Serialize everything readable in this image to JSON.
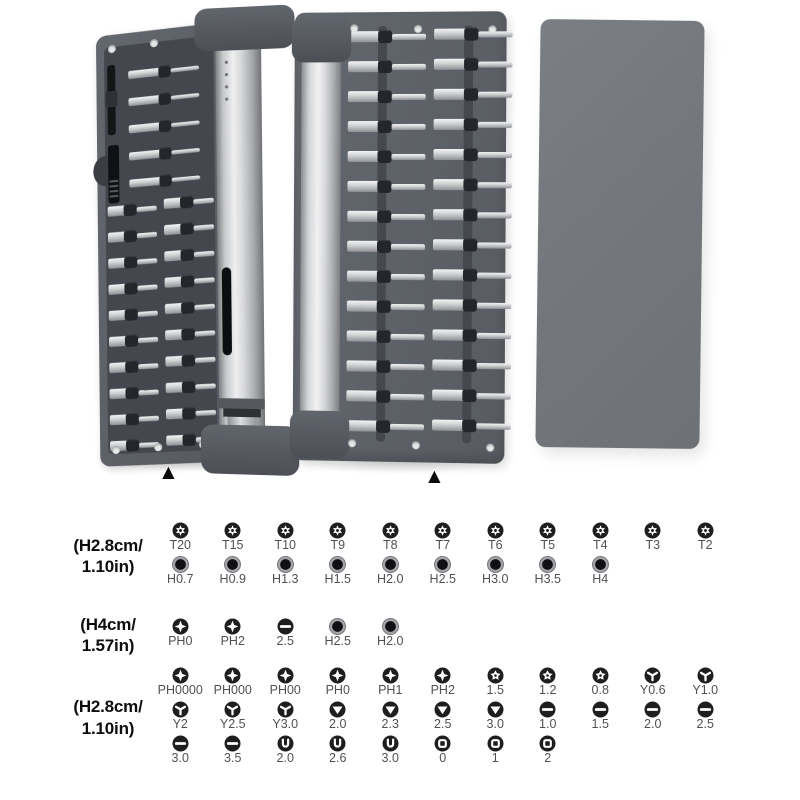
{
  "colors": {
    "case_gray": "#5d6167",
    "tray_gray": "#45484e",
    "lid_gray": "#74787d",
    "metal_light": "#efeff0",
    "icon_circle": "#1e1e21",
    "label_text": "#4f5153",
    "dimension_text": "#0d0d0e",
    "background": "#ffffff"
  },
  "product": {
    "left_case": {
      "long_bits": 5,
      "short_bit_rows": 10,
      "short_bit_columns": 2
    },
    "middle_case": {
      "bit_rows": 14,
      "bit_columns": 2
    },
    "lid_present": true,
    "marker_symbol": "▲"
  },
  "bit_chart": {
    "groups": [
      {
        "dimension": [
          "(H2.8cm/",
          "1.10in)"
        ],
        "rows": [
          {
            "items": [
              {
                "type": "torx",
                "label": "T20"
              },
              {
                "type": "torx",
                "label": "T15"
              },
              {
                "type": "torx",
                "label": "T10"
              },
              {
                "type": "torx",
                "label": "T9"
              },
              {
                "type": "torx",
                "label": "T8"
              },
              {
                "type": "torx",
                "label": "T7"
              },
              {
                "type": "torx",
                "label": "T6"
              },
              {
                "type": "torx",
                "label": "T5"
              },
              {
                "type": "torx",
                "label": "T4"
              },
              {
                "type": "torx",
                "label": "T3"
              },
              {
                "type": "torx",
                "label": "T2"
              }
            ]
          },
          {
            "items": [
              {
                "type": "hex",
                "label": "H0.7"
              },
              {
                "type": "hex",
                "label": "H0.9"
              },
              {
                "type": "hex",
                "label": "H1.3"
              },
              {
                "type": "hex",
                "label": "H1.5"
              },
              {
                "type": "hex",
                "label": "H2.0"
              },
              {
                "type": "hex",
                "label": "H2.5"
              },
              {
                "type": "hex",
                "label": "H3.0"
              },
              {
                "type": "hex",
                "label": "H3.5"
              },
              {
                "type": "hex",
                "label": "H4"
              }
            ]
          }
        ]
      },
      {
        "dimension": [
          "(H4cm/",
          "1.57in)"
        ],
        "rows": [
          {
            "items": [
              {
                "type": "phillips",
                "label": "PH0"
              },
              {
                "type": "phillips",
                "label": "PH2"
              },
              {
                "type": "slotted",
                "label": "2.5"
              },
              {
                "type": "hex",
                "label": "H2.5"
              },
              {
                "type": "hex",
                "label": "H2.0"
              }
            ]
          }
        ]
      },
      {
        "dimension": [
          "(H2.8cm/",
          "1.10in)"
        ],
        "rows": [
          {
            "items": [
              {
                "type": "phillips",
                "label": "PH0000"
              },
              {
                "type": "phillips",
                "label": "PH000"
              },
              {
                "type": "phillips",
                "label": "PH00"
              },
              {
                "type": "phillips",
                "label": "PH0"
              },
              {
                "type": "phillips",
                "label": "PH1"
              },
              {
                "type": "phillips",
                "label": "PH2"
              },
              {
                "type": "pentalobe",
                "label": "1.5"
              },
              {
                "type": "pentalobe",
                "label": "1.2"
              },
              {
                "type": "pentalobe",
                "label": "0.8"
              },
              {
                "type": "triY",
                "label": "Y0.6"
              },
              {
                "type": "triY",
                "label": "Y1.0"
              }
            ]
          },
          {
            "items": [
              {
                "type": "triY",
                "label": "Y2"
              },
              {
                "type": "triY",
                "label": "Y2.5"
              },
              {
                "type": "triY",
                "label": "Y3.0"
              },
              {
                "type": "triangle",
                "label": "2.0"
              },
              {
                "type": "triangle",
                "label": "2.3"
              },
              {
                "type": "triangle",
                "label": "2.5"
              },
              {
                "type": "triangle",
                "label": "3.0"
              },
              {
                "type": "slotted",
                "label": "1.0"
              },
              {
                "type": "slotted",
                "label": "1.5"
              },
              {
                "type": "slotted",
                "label": "2.0"
              },
              {
                "type": "slotted",
                "label": "2.5"
              }
            ]
          },
          {
            "items": [
              {
                "type": "slotted",
                "label": "3.0"
              },
              {
                "type": "slotted",
                "label": "3.5"
              },
              {
                "type": "u",
                "label": "2.0"
              },
              {
                "type": "u",
                "label": "2.6"
              },
              {
                "type": "u",
                "label": "3.0"
              },
              {
                "type": "square",
                "label": "0"
              },
              {
                "type": "square",
                "label": "1"
              },
              {
                "type": "square",
                "label": "2"
              }
            ]
          }
        ]
      }
    ]
  }
}
